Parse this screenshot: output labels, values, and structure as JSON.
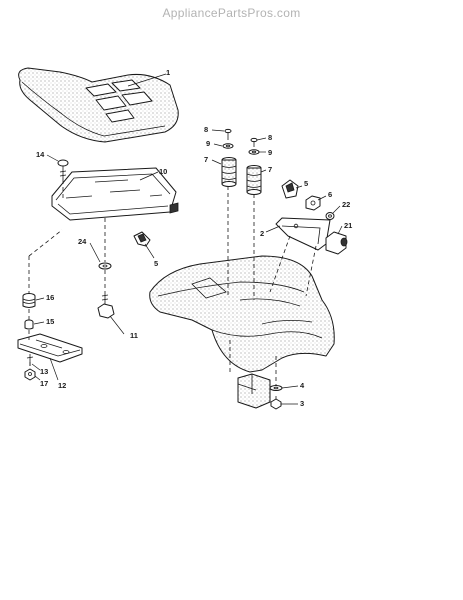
{
  "watermark": "AppliancePartsPros.com",
  "callouts": {
    "c1": "1",
    "c2": "2",
    "c3": "3",
    "c4": "4",
    "c5a": "5",
    "c5b": "5",
    "c6": "6",
    "c7a": "7",
    "c7b": "7",
    "c8a": "8",
    "c8b": "8",
    "c9a": "9",
    "c9b": "9",
    "c10": "10",
    "c11": "11",
    "c12": "12",
    "c13": "13",
    "c14": "14",
    "c15": "15",
    "c16": "16",
    "c17": "17",
    "c21": "21",
    "c22": "22",
    "c24": "24"
  }
}
